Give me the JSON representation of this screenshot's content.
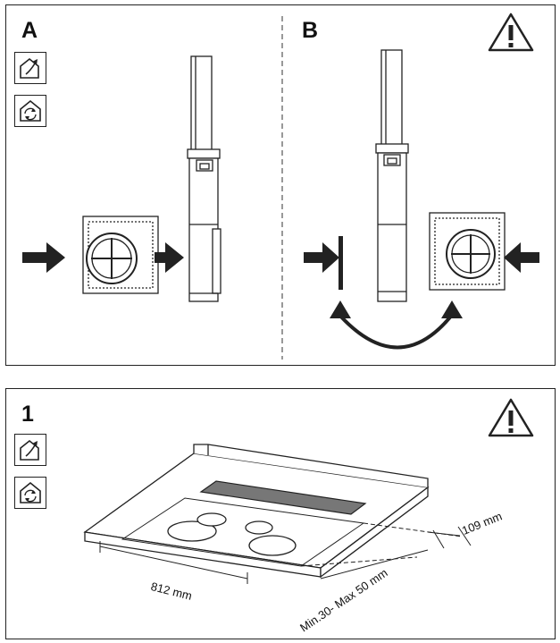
{
  "panels": {
    "top": {
      "left_label": "A",
      "right_label": "B"
    },
    "bottom": {
      "label": "1",
      "dimensions": {
        "width": "812 mm",
        "depth": "109 mm",
        "thickness": "Min.30- Max 50 mm"
      }
    }
  },
  "icons": [
    "extraction-mode-icon",
    "recirculation-mode-icon",
    "warning-icon"
  ],
  "colors": {
    "line": "#222222",
    "fill": "#ffffff",
    "shade": "#777777"
  }
}
